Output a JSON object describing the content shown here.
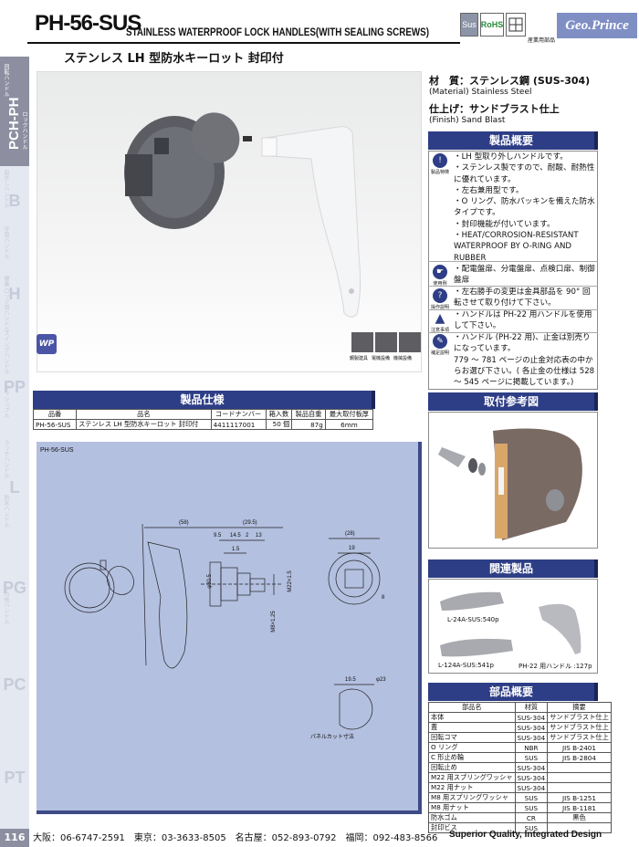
{
  "header": {
    "code": "PH-56-SUS",
    "subtitle": "STAINLESS WATERPROOF LOCK HANDLES(WITH SEALING SCREWS)",
    "badges": [
      "Sus",
      "RoHS"
    ],
    "brand": "Geo.Prince",
    "brand_sub": "産業用部品"
  },
  "jp_title": "ステンレス LH 型防水キーロット 封印付",
  "side": {
    "active_code": "PCH-PH",
    "categories": [
      "B",
      "H",
      "PP",
      "L",
      "PG",
      "PC",
      "PT"
    ],
    "labels": [
      "回転ハンドル",
      "ロックハンドル",
      "取外しハンドル",
      "平面ハンドル",
      "蝶番 ロック用ハンドル",
      "スイングハンドル",
      "プッシュプル",
      "ラッチハンドル",
      "防水ハンドル",
      "その他ハンドル"
    ]
  },
  "specs": {
    "material_jp": "材　質：ステンレス鋼 (SUS-304)",
    "material_en": "(Material) Stainless Steel",
    "finish_jp": "仕上げ：サンドブラスト仕上",
    "finish_en": "(Finish) Sand Blast"
  },
  "icons_row": [
    "鋼製建具",
    "電機設備",
    "機械設備"
  ],
  "wp_badge": "WP",
  "overview": {
    "title": "製品概要",
    "groups": [
      {
        "icon": "製品特徴",
        "text": "・LH 型取り外しハンドルです。\n・ステンレス製ですので、耐酸、耐熱性に優れています。\n・左右兼用型です。\n・O リング、防水パッキンを備えた防水タイプです。\n・封印機能が付いています。\n・HEAT/CORROSION-RESISTANT WATERPROOF BY O-RING AND RUBBER"
      },
      {
        "icon": "使用例",
        "text": "・配電盤扉、分電盤扉、点検口扉、制御盤扉"
      },
      {
        "icon": "操作説明",
        "text": "・左右勝手の変更は金具部品を 90° 回転させて取り付けて下さい。"
      },
      {
        "icon": "注意事項",
        "text": "・ハンドルは PH-22 用ハンドルを使用して下さい。"
      },
      {
        "icon": "補足説明",
        "text": "・ハンドル (PH-22 用)、止金は別売りになっています。\n779 ～ 781 ページの止金対応表の中からお選び下さい。( 各止金の仕様は 528 ～ 545 ページに掲載しています。)"
      }
    ]
  },
  "product_spec": {
    "title": "製品仕様",
    "headers": [
      "品番",
      "品名",
      "コードナンバー",
      "箱入数",
      "製品自重",
      "最大取付板厚"
    ],
    "row": [
      "PH-56-SUS",
      "ステンレス LH 型防水キーロット 封印付",
      "4411117001",
      "50 個",
      "87g",
      "6mm"
    ]
  },
  "mount_ref": {
    "title": "取付参考図"
  },
  "related": {
    "title": "関連製品",
    "items": [
      "L-24A-SUS:540p",
      "L-124A-SUS:541p",
      "PH-22 用ハンドル :127p"
    ]
  },
  "drawing": {
    "label": "PH-56-SUS",
    "dims": [
      "(58)",
      "(29.5)",
      "9.5",
      "14.5",
      "2",
      "13",
      "1.5",
      "φ30.5",
      "M22×1.5",
      "M8×1.25",
      "(28)",
      "19",
      "8",
      "19.5",
      "φ23"
    ],
    "panel_cut": "パネルカット寸法"
  },
  "parts": {
    "title": "部品概要",
    "headers": [
      "部品名",
      "材質",
      "摘要"
    ],
    "rows": [
      [
        "本体",
        "SUS-304",
        "サンドブラスト仕上"
      ],
      [
        "蓋",
        "SUS-304",
        "サンドブラスト仕上"
      ],
      [
        "回転コマ",
        "SUS-304",
        "サンドブラスト仕上"
      ],
      [
        "O リング",
        "NBR",
        "JIS B-2401"
      ],
      [
        "C 形止め輪",
        "SUS",
        "JIS B-2804"
      ],
      [
        "回転止め",
        "SUS-304",
        ""
      ],
      [
        "M22 用スプリングワッシャ",
        "SUS-304",
        ""
      ],
      [
        "M22 用ナット",
        "SUS-304",
        ""
      ],
      [
        "M8 用スプリングワッシャ",
        "SUS",
        "JIS B-1251"
      ],
      [
        "M8 用ナット",
        "SUS",
        "JIS B-1181"
      ],
      [
        "防水ゴム",
        "CR",
        "黒色"
      ],
      [
        "封印ビス",
        "SUS",
        ""
      ]
    ]
  },
  "footer": {
    "page": "116",
    "contacts": "大阪：06-6747-2591　東京：03-3633-8505　名古屋：052-893-0792　福岡：092-483-8566",
    "slogan": "Superior Quality, Integrated Design"
  }
}
